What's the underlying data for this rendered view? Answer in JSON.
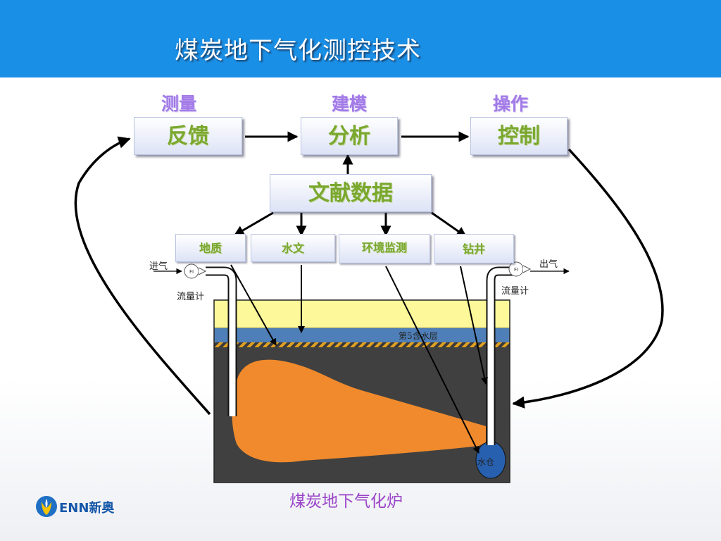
{
  "title": "煤炭地下气化测控技术",
  "categories": {
    "measure": "测量",
    "model": "建模",
    "operate": "操作"
  },
  "boxes": {
    "feedback": "反馈",
    "analysis": "分析",
    "control": "控制",
    "literature": "文献数据"
  },
  "sources": {
    "geology": "地质",
    "hydrology": "水文",
    "environment": "环境监测",
    "drilling": "钻井"
  },
  "labels": {
    "gas_in": "进气",
    "gas_out": "出气",
    "flowmeter_left": "流量计",
    "flowmeter_right": "流量计",
    "flowmeter_tag_left": "FI",
    "flowmeter_tag_right": "FI",
    "aquifer": "第5含水层",
    "sump": "水仓"
  },
  "furnace_label": "煤炭地下气化炉",
  "logo": {
    "text": "ENN新奥"
  },
  "colors": {
    "title_bar": "#1a8fe6",
    "category": "#a37ae8",
    "box_text": "#7aa82e",
    "fire": "#f08a2c",
    "coal": "#404040",
    "aquifer": "#4f7fb8",
    "topsoil": "#fdf99a",
    "sump": "#2860b0",
    "furnace_label": "#9a44c8"
  }
}
